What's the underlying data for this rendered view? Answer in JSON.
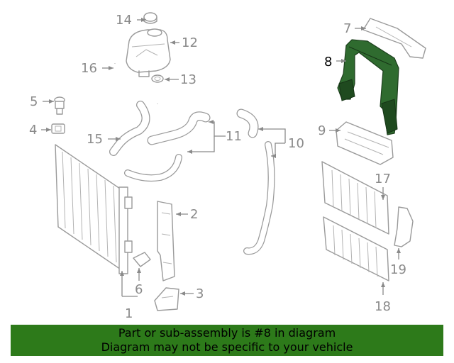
{
  "highlighted_part": "8",
  "callouts": {
    "c1": "1",
    "c2": "2",
    "c3": "3",
    "c4": "4",
    "c5": "5",
    "c6": "6",
    "c7": "7",
    "c8": "8",
    "c9": "9",
    "c10": "10",
    "c11": "11",
    "c12": "12",
    "c13": "13",
    "c14": "14",
    "c15": "15",
    "c16": "16",
    "c17": "17",
    "c18": "18",
    "c19": "19"
  },
  "banner": {
    "line1": "Part or sub-assembly is #8 in diagram",
    "line2": "Diagram may not be specific to your vehicle"
  },
  "colors": {
    "highlight": "#2f6b2f",
    "banner": "#2d7a1a",
    "line": "#9a9a9a"
  }
}
